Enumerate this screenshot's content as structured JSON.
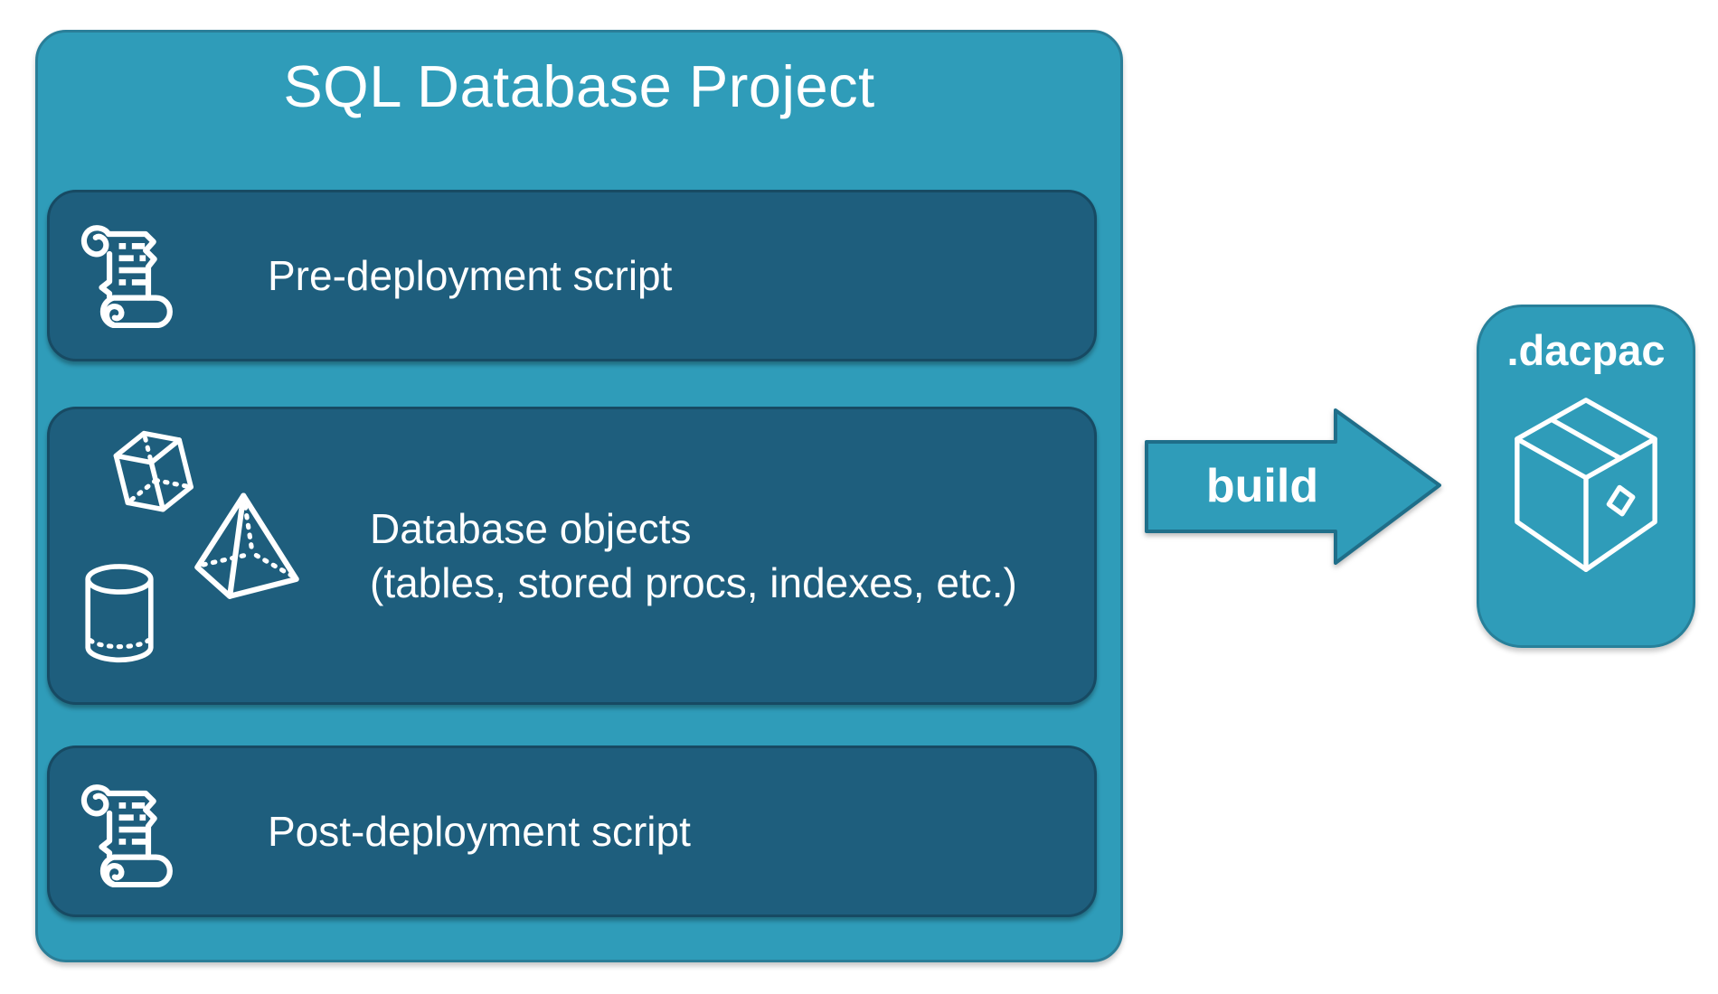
{
  "colors": {
    "background": "#ffffff",
    "container_fill": "#2f9cb9",
    "container_border": "#2a7e98",
    "panel_fill": "#1e5e7d",
    "panel_border": "#174a63",
    "arrow_fill": "#2f9cb9",
    "arrow_border": "#1f6e89",
    "dacpac_fill": "#2f9cb9",
    "dacpac_border": "#27809a",
    "text_white": "#ffffff"
  },
  "project": {
    "title": "SQL Database Project",
    "items": [
      {
        "label": "Pre-deployment script",
        "icon": "scroll-icon"
      },
      {
        "label": "Database objects",
        "sublabel": "(tables, stored procs, indexes, etc.)",
        "icons": [
          "cube-icon",
          "pyramid-icon",
          "cylinder-icon"
        ]
      },
      {
        "label": "Post-deployment script",
        "icon": "scroll-icon"
      }
    ]
  },
  "arrow": {
    "label": "build",
    "direction": "right"
  },
  "output": {
    "label": ".dacpac",
    "icon": "package-box-icon"
  }
}
